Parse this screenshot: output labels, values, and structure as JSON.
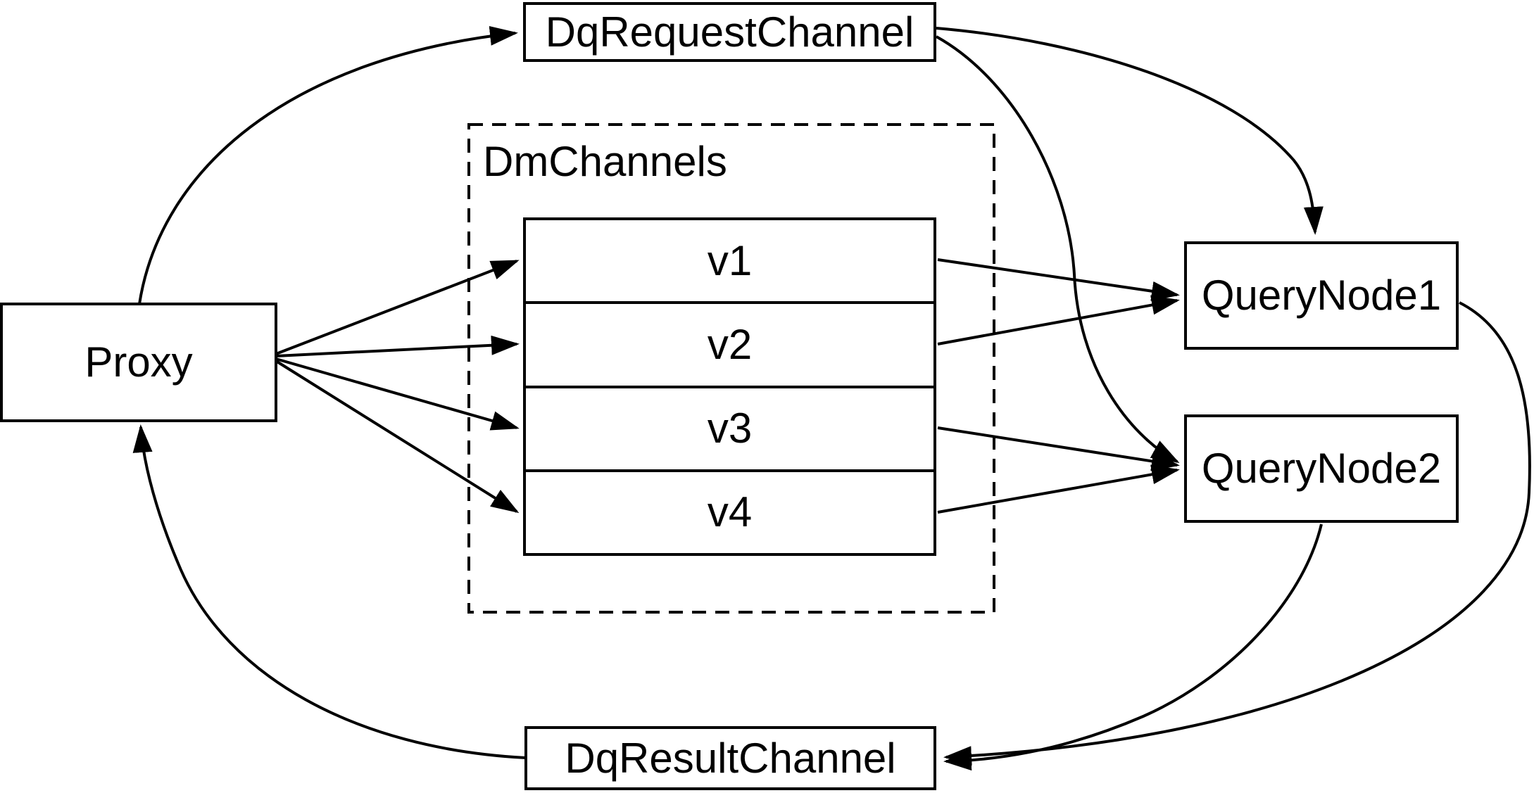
{
  "diagram": {
    "background_color": "#ffffff",
    "stroke_color": "#000000",
    "nodes": {
      "proxy": {
        "label": "Proxy"
      },
      "dq_request_channel": {
        "label": "DqRequestChannel"
      },
      "dm_channels": {
        "label": "DmChannels",
        "channels": [
          "v1",
          "v2",
          "v3",
          "v4"
        ]
      },
      "query_node_1": {
        "label": "QueryNode1"
      },
      "query_node_2": {
        "label": "QueryNode2"
      },
      "dq_result_channel": {
        "label": "DqResultChannel"
      }
    },
    "edges": [
      {
        "from": "Proxy",
        "to": "DqRequestChannel"
      },
      {
        "from": "Proxy",
        "to": "v1"
      },
      {
        "from": "Proxy",
        "to": "v2"
      },
      {
        "from": "Proxy",
        "to": "v3"
      },
      {
        "from": "Proxy",
        "to": "v4"
      },
      {
        "from": "DqRequestChannel",
        "to": "QueryNode1"
      },
      {
        "from": "DqRequestChannel",
        "to": "QueryNode2"
      },
      {
        "from": "v1",
        "to": "QueryNode1"
      },
      {
        "from": "v2",
        "to": "QueryNode1"
      },
      {
        "from": "v3",
        "to": "QueryNode2"
      },
      {
        "from": "v4",
        "to": "QueryNode2"
      },
      {
        "from": "QueryNode1",
        "to": "DqResultChannel"
      },
      {
        "from": "QueryNode2",
        "to": "DqResultChannel"
      },
      {
        "from": "DqResultChannel",
        "to": "Proxy"
      }
    ]
  }
}
